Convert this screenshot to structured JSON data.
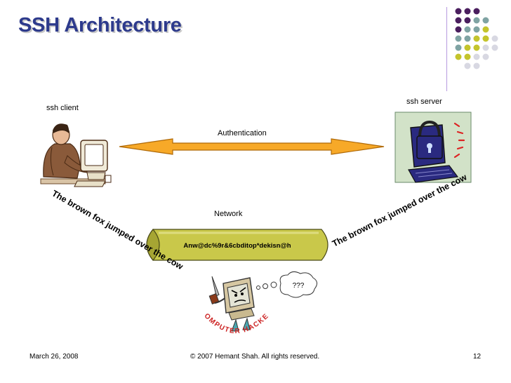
{
  "slide": {
    "title": "SSH Architecture"
  },
  "diagram": {
    "client_label": "ssh client",
    "server_label": "ssh server",
    "authentication_label": "Authentication",
    "network_label": "Network",
    "ciphertext": "Anw@dc%9r&6cbditop*dekisn@h",
    "plaintext_left": "The brown fox jumped over the cow",
    "plaintext_right": "The brown fox jumped over the cow",
    "hacker_thought": "???",
    "hacker_banner": "COMPUTER HACKER"
  },
  "footer": {
    "date": "March 26, 2008",
    "copyright": "© 2007 Hemant Shah. All rights reserved.",
    "page_number": "12"
  },
  "colors": {
    "title": "#2d3a8c",
    "dot_purple": "#4a1e5e",
    "dot_teal": "#7fa3a3",
    "dot_olive": "#c4c42c",
    "dot_gray": "#d8d8e2",
    "arrow_fill": "#f7a928",
    "tube_fill": "#c9c84a",
    "banner_red": "#cc2222"
  }
}
